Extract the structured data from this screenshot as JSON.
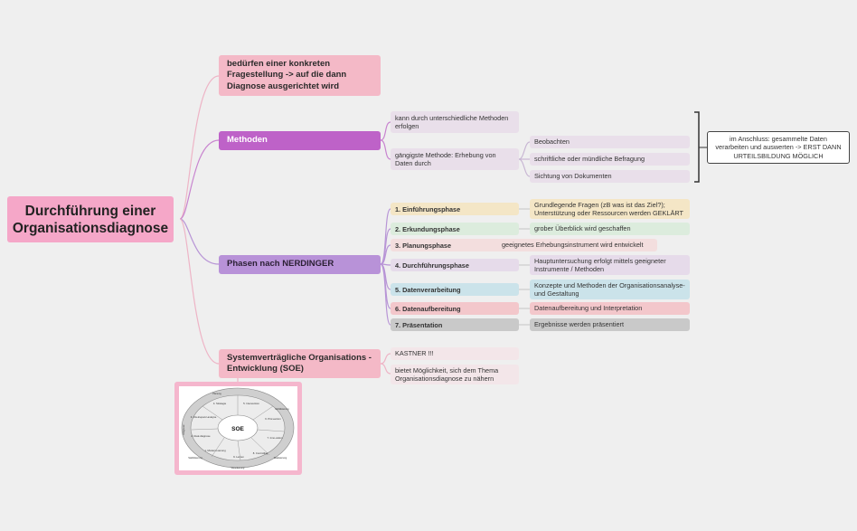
{
  "root": {
    "label": "Durchführung einer Organisationsdiagnose"
  },
  "branches": {
    "fragestellung": {
      "label": "bedürfen einer konkreten Fragestellung -> auf die dann Diagnose ausgerichtet wird"
    },
    "methoden": {
      "label": "Methoden",
      "items": [
        "kann durch unterschiedliche Methoden erfolgen",
        "gängigste Methode: Erhebung von Daten durch"
      ],
      "sub_items": [
        "Beobachten",
        "schriftliche oder mündliche Befragung",
        "Sichtung von Dokumenten"
      ],
      "bracket_note": "im Anschluss: gesammelte Daten verarbeiten und auswerten -> ERST DANN URTEILSBILDUNG MÖGLICH"
    },
    "phasen": {
      "label": "Phasen nach NERDINGER",
      "phases": [
        {
          "name": "1. Einführungsphase",
          "desc": "Grundlegende Fragen (zB was ist das Ziel?); Unterstützung oder Ressourcen werden GEKLÄRT",
          "color": "#f4e6c6"
        },
        {
          "name": "2. Erkundungsphase",
          "desc": "grober Überblick wird geschaffen",
          "color": "#dcecdd"
        },
        {
          "name": "3. Planungsphase",
          "desc": "geeignetes Erhebungsinstrument wird entwickelt",
          "color": "#f3dede"
        },
        {
          "name": "4. Durchführungsphase",
          "desc": "Hauptuntersuchung erfolgt mittels geeigneter Instrumente / Methoden",
          "color": "#e6dbea"
        },
        {
          "name": "5. Datenverarbeitung",
          "desc": "Konzepte und Methoden der Organisationsanalyse- und Gestaltung",
          "color": "#cbe3ea"
        },
        {
          "name": "6. Datenaufbereitung",
          "desc": "Datenaufbereitung und Interpretation",
          "color": "#f3c7cb"
        },
        {
          "name": "7. Präsentation",
          "desc": "Ergebnisse werden präsentiert",
          "color": "#c9c9c9"
        }
      ]
    },
    "soe": {
      "label": "Systemverträgliche Organisations - Entwicklung (SOE)",
      "items": [
        "KASTNER !!!",
        "bietet Möglichkeit, sich dem Thema Organisationsdiagnose zu nähern"
      ],
      "diagram": {
        "center": "SOE",
        "outer": [
          "Planung",
          "Mobilisierung",
          "Realisierung",
          "Verankerung",
          "Stabilisierung",
          "Diagnose"
        ],
        "segments": [
          "4. Strategie",
          "5. Intervention",
          "6. Prä-vention",
          "7. Inno-vation",
          "8. Controlling",
          "9. Lernen",
          "1. Moderni-sierung",
          "2. Real-diagnose",
          "3. Dis-krepanz-analyse"
        ]
      }
    }
  },
  "colors": {
    "root": "#f5a7c8",
    "pink": "#f4b9c7",
    "purple": "#be62c8",
    "violet": "#b892d8",
    "line": "#e6a9be"
  }
}
